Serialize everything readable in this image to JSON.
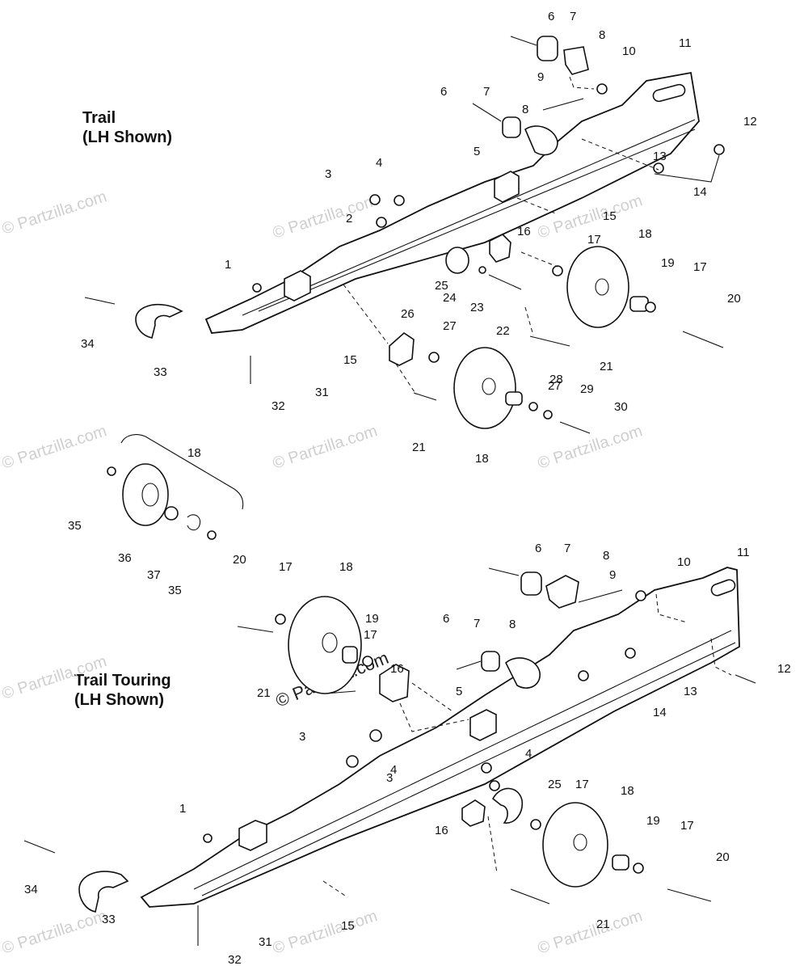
{
  "sections": [
    {
      "title_line1": "Trail",
      "title_line2": "(LH Shown)"
    },
    {
      "title_line1": "Trail Touring",
      "title_line2": "(LH Shown)"
    }
  ],
  "watermark": "© Partzilla.com",
  "callouts_top": [
    "6",
    "7",
    "8",
    "10",
    "11",
    "9",
    "7",
    "6",
    "8",
    "12",
    "13",
    "14",
    "5",
    "3",
    "4",
    "15",
    "2",
    "16",
    "17",
    "18",
    "1",
    "19",
    "17",
    "25",
    "24",
    "23",
    "22",
    "20",
    "34",
    "26",
    "21",
    "27",
    "15",
    "33",
    "31",
    "32",
    "28",
    "27",
    "29",
    "30",
    "21",
    "18"
  ],
  "callouts_mid": [
    "18",
    "35",
    "36",
    "37",
    "35"
  ],
  "callouts_bottom": [
    "6",
    "7",
    "8",
    "20",
    "17",
    "18",
    "10",
    "9",
    "11",
    "6",
    "7",
    "8",
    "19",
    "17",
    "16",
    "21",
    "12",
    "5",
    "13",
    "14",
    "4",
    "3",
    "4",
    "25",
    "17",
    "18",
    "3",
    "1",
    "16",
    "19",
    "17",
    "20",
    "34",
    "33",
    "31",
    "15",
    "21",
    "32"
  ]
}
